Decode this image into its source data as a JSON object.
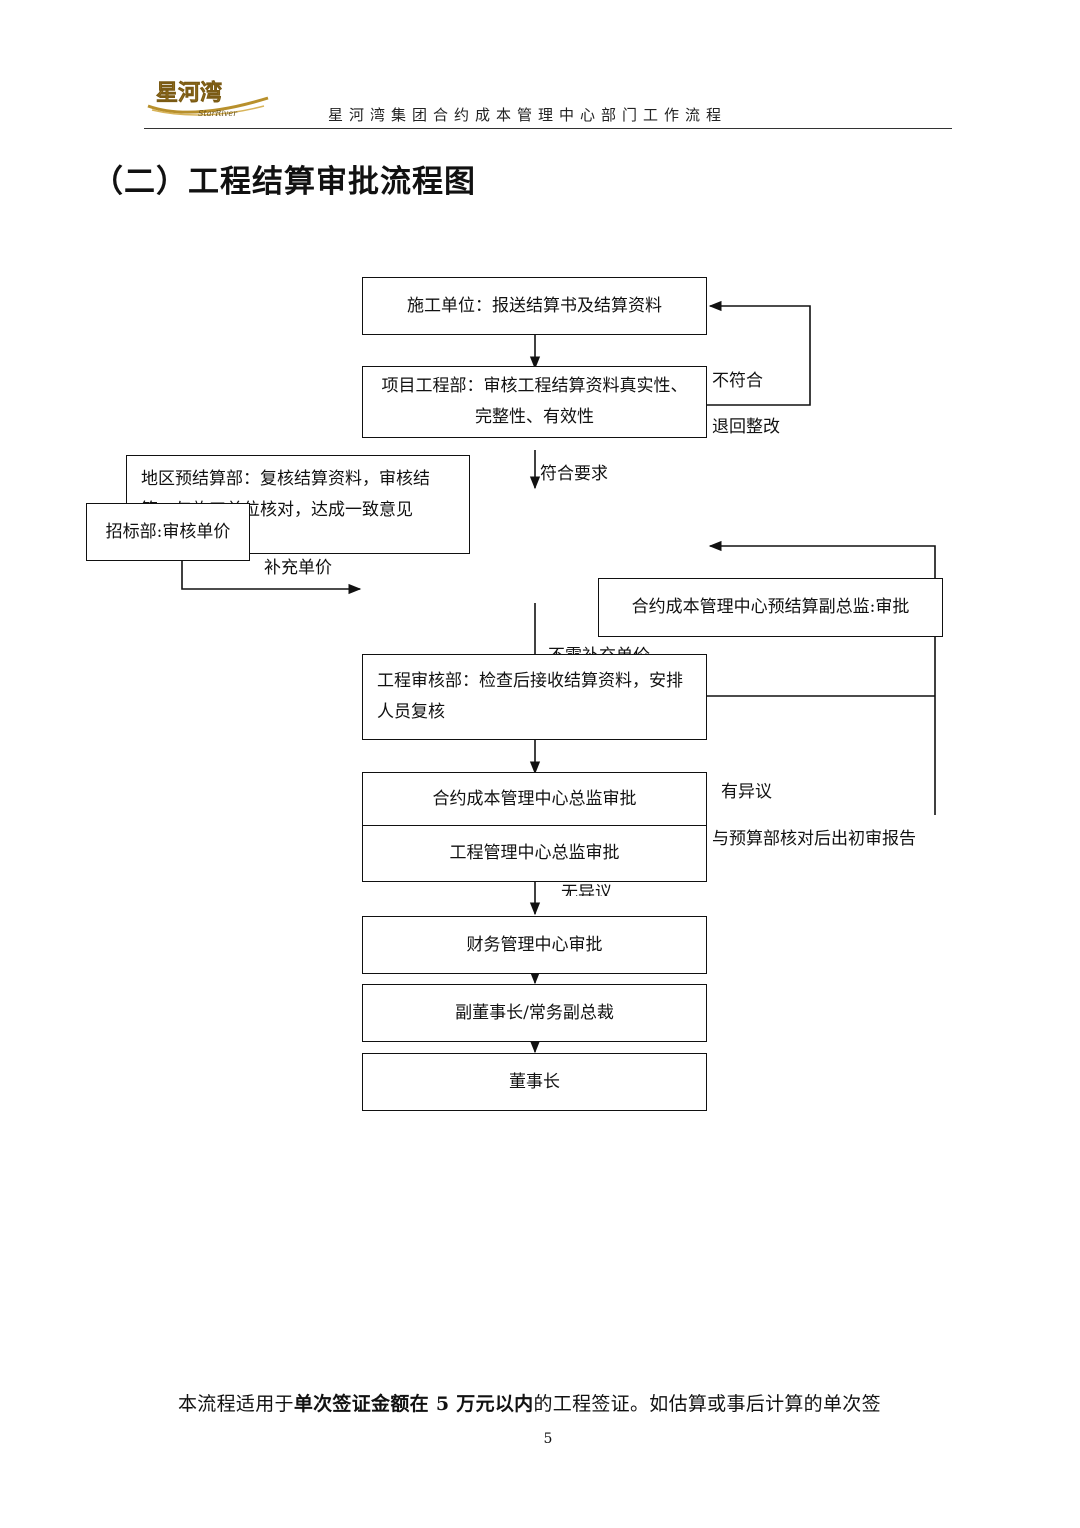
{
  "header": {
    "logo_text": "星河湾",
    "logo_subtext": "StarRiver",
    "title": "星河湾集团合约成本管理中心部门工作流程"
  },
  "page_title": "（二）工程结算审批流程图",
  "flow": {
    "boxes": {
      "contractor": "施工单位：报送结算书及结算资料",
      "project_dept": "项目工程部：审核工程结算资料真实性、完整性、有效性",
      "regional_budget": "地区预结算部：复核结算资料，审核结算，与施工单位核对，达成一致意见",
      "bidding_dept": "招标部:审核单价",
      "vice_director": "合约成本管理中心预结算副总监:审批",
      "engineering_audit": "工程审核部：检查后接收结算资料，安排人员复核",
      "contract_cost_director": "合约成本管理中心总监审批",
      "engineering_mgmt_director": "工程管理中心总监审批",
      "finance_center": "财务管理中心审批",
      "vice_chairman": "副董事长/常务副总裁",
      "chairman": "董事长"
    },
    "labels": {
      "not_compliant": "不符合",
      "return_rectify": "退回整改",
      "meets_requirements": "符合要求",
      "supplement_price": "补充单价",
      "no_supplement": "不需补充单价",
      "objection": "有异议",
      "check_with_budget": "与预算部核对后出初审报告",
      "no_objection": "无异议"
    }
  },
  "footer": {
    "note_prefix": "本流程适用于",
    "note_bold": "单次签证金额在 5 万元以内",
    "note_suffix": "的工程签证。如估算或事后计算的单次签"
  },
  "page_number": "5"
}
